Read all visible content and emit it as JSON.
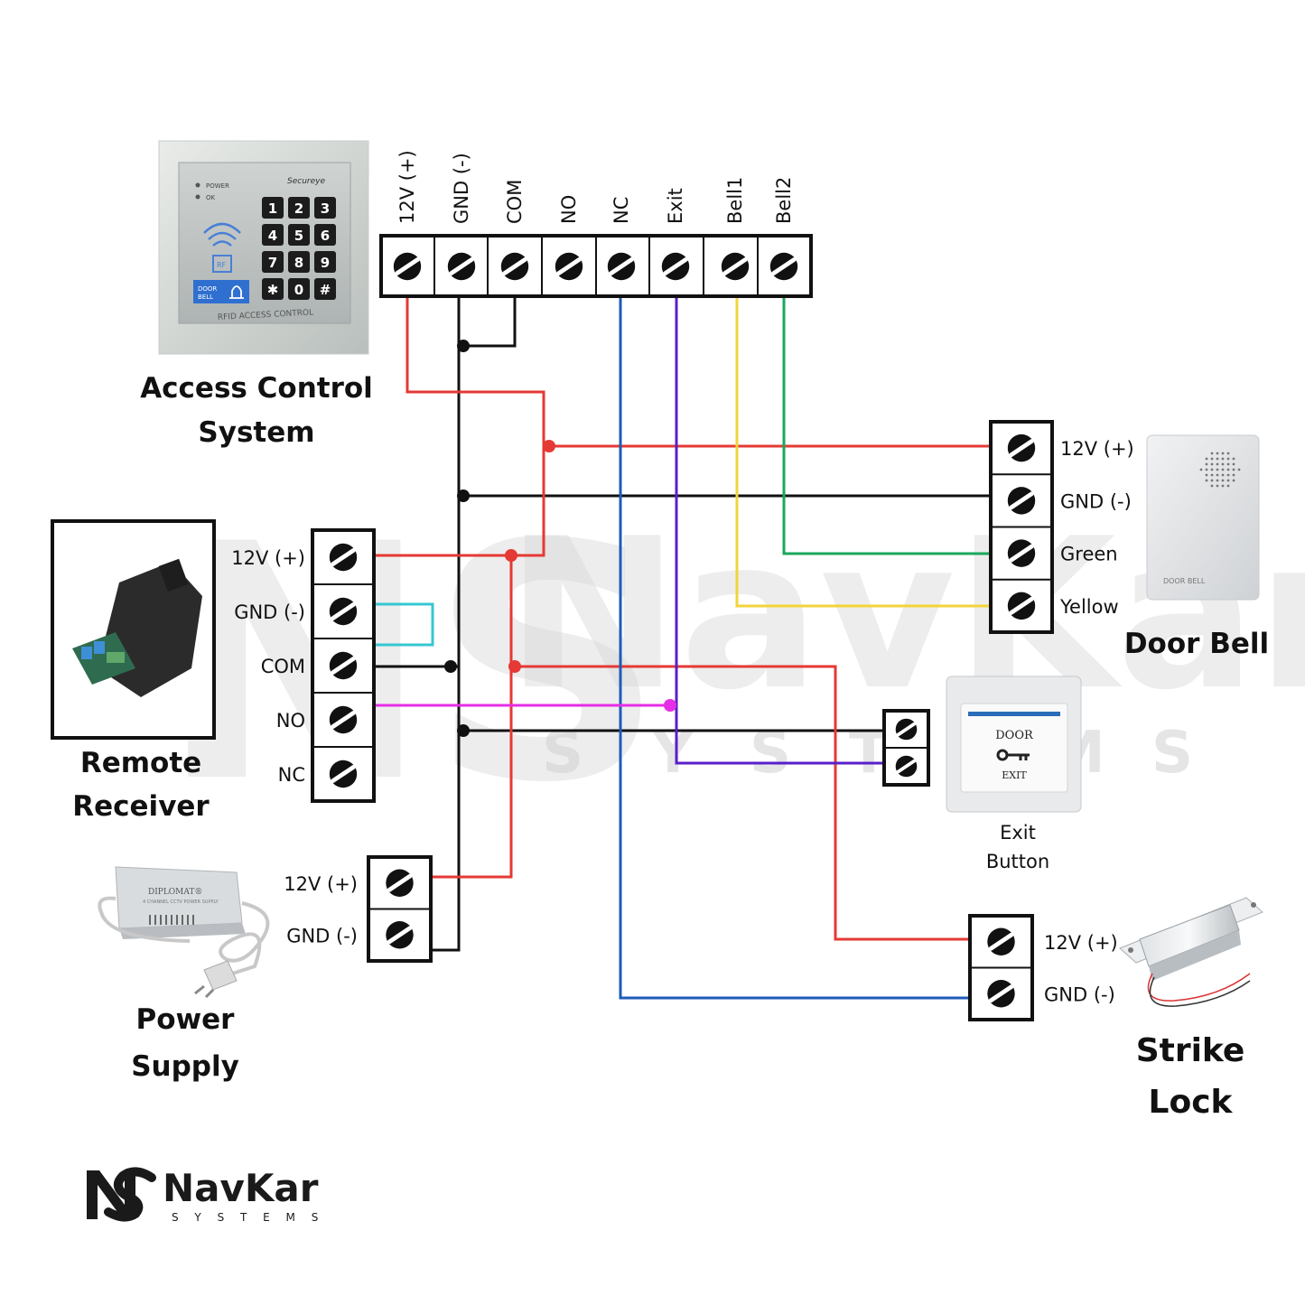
{
  "controller": {
    "title_line1": "Access Control",
    "title_line2": "System",
    "terminals": [
      "12V (+)",
      "GND (-)",
      "COM",
      "NO",
      "NC",
      "Exit",
      "Bell1",
      "Bell2"
    ],
    "device": {
      "brand": "Secureye",
      "led_power": "POWER",
      "led_ok": "OK",
      "rf_label": "RF",
      "doorbell_label_1": "DOOR",
      "doorbell_label_2": "BELL",
      "footer": "RFID ACCESS CONTROL",
      "keys": [
        "1",
        "2",
        "3",
        "4",
        "5",
        "6",
        "7",
        "8",
        "9",
        "✱",
        "0",
        "#"
      ]
    }
  },
  "door_bell": {
    "title": "Door Bell",
    "terminals": [
      "12V (+)",
      "GND (-)",
      "Green",
      "Yellow"
    ],
    "device_label": "DOOR BELL"
  },
  "remote_receiver": {
    "title_line1": "Remote",
    "title_line2": "Receiver",
    "terminals": [
      "12V (+)",
      "GND (-)",
      "COM",
      "NO",
      "NC"
    ]
  },
  "exit_button": {
    "title_line1": "Exit",
    "title_line2": "Button",
    "face_top": "DOOR",
    "face_bottom": "EXIT"
  },
  "power_supply": {
    "title_line1": "Power",
    "title_line2": "Supply",
    "terminals": [
      "12V (+)",
      "GND (-)"
    ],
    "device_brand": "DIPLOMAT®",
    "device_sub": "4 CHANNEL CCTV POWER SUPPLY"
  },
  "strike_lock": {
    "title_line1": "Strike",
    "title_line2": "Lock",
    "terminals": [
      "12V (+)",
      "GND (-)"
    ]
  },
  "watermark": {
    "main": "NavKar",
    "sub": "S Y S T E M S"
  },
  "logo": {
    "name": "NavKar",
    "tagline": "S Y S T E M S"
  },
  "colors": {
    "red": "#e53935",
    "black": "#111111",
    "blue": "#1e5bb8",
    "purple": "#5a1fc9",
    "yellow": "#f2d43a",
    "green": "#19a85a",
    "cyan": "#35c7d2",
    "magenta": "#e52ee5"
  }
}
